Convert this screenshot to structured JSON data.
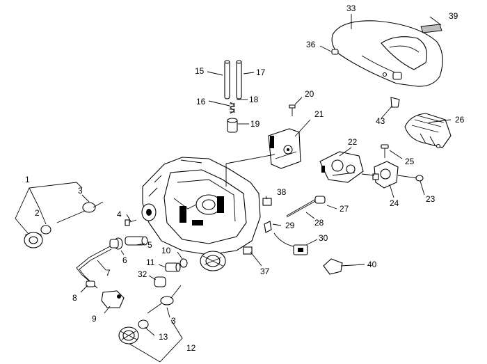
{
  "labels": {
    "n1": "1",
    "n2": "2",
    "n3a": "3",
    "n3b": "3",
    "n4": "4",
    "n5": "5",
    "n6": "6",
    "n7": "7",
    "n8": "8",
    "n9": "9",
    "n10": "10",
    "n11": "11",
    "n12": "12",
    "n13": "13",
    "n15": "15",
    "n16": "16",
    "n17": "17",
    "n18": "18",
    "n19": "19",
    "n20": "20",
    "n21": "21",
    "n22": "22",
    "n23": "23",
    "n24": "24",
    "n25": "25",
    "n26": "26",
    "n27": "27",
    "n28": "28",
    "n29": "29",
    "n30": "30",
    "n32": "32",
    "n33": "33",
    "n36": "36",
    "n37": "37",
    "n38": "38",
    "n39": "39",
    "n40": "40",
    "n43": "43"
  }
}
